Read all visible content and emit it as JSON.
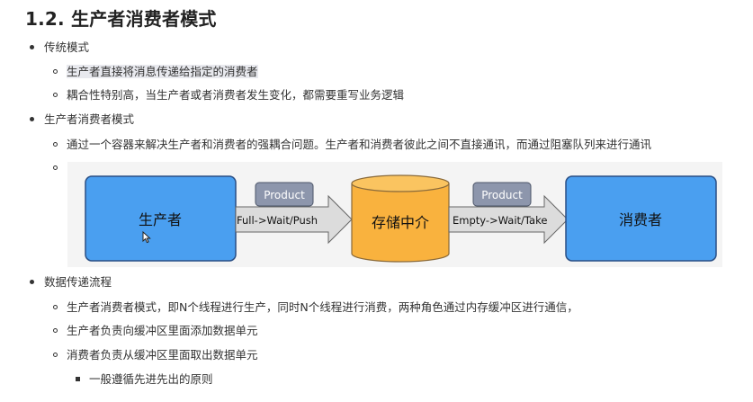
{
  "heading": "1.2. 生产者消费者模式",
  "section1": {
    "title": "传统模式",
    "items": [
      "生产者直接将消息传递给指定的消费者",
      "耦合性特别高，当生产者或者消费者发生变化，都需要重写业务逻辑"
    ]
  },
  "section2": {
    "title": "生产者消费者模式",
    "items": [
      "通过一个容器来解决生产者和消费者的强耦合问题。生产者和消费者彼此之间不直接通讯，而通过阻塞队列来进行通讯"
    ]
  },
  "diagram": {
    "producer": "生产者",
    "container": "存储中介",
    "consumer": "消费者",
    "product_left": "Product",
    "product_right": "Product",
    "arrow_left": "Full->Wait/Push",
    "arrow_right": "Empty->Wait/Take",
    "colors": {
      "box_blue": "#4a9ff0",
      "box_border": "#2a4f85",
      "cylinder": "#f9b23e",
      "product_box": "#8d96ac",
      "arrow_fill": "#dcdcdc"
    }
  },
  "section3": {
    "title": "数据传递流程",
    "items": [
      "生产者消费者模式，即N个线程进行生产，同时N个线程进行消费，两种角色通过内存缓冲区进行通信，",
      "生产者负责向缓冲区里面添加数据单元",
      "消费者负责从缓冲区里面取出数据单元"
    ],
    "subitems": [
      "一般遵循先进先出的原则"
    ]
  }
}
